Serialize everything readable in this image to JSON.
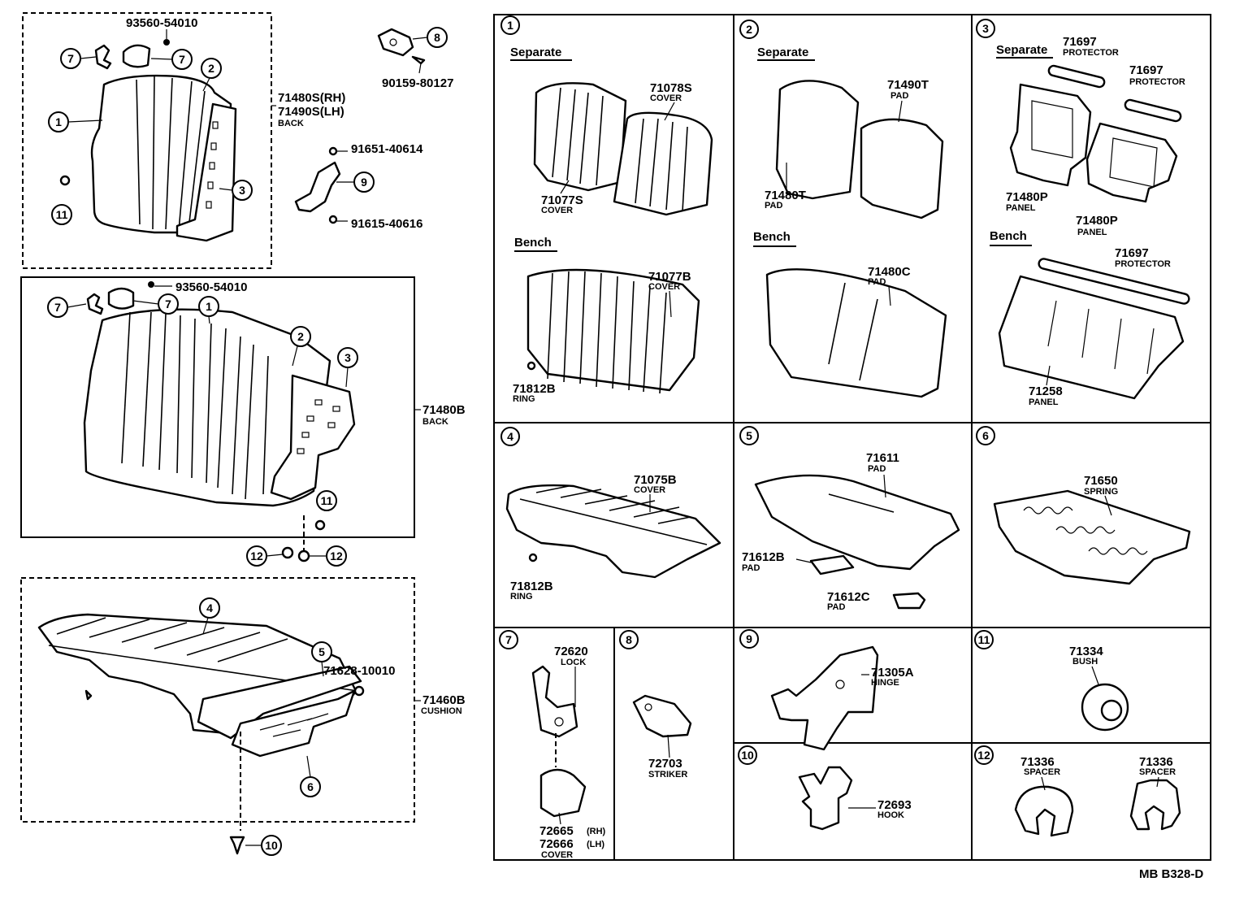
{
  "left": {
    "group_back_sep": {
      "bolt_top": "93560-54010",
      "part_number": "71480S(RH)",
      "part_number_2": "71490S(LH)",
      "part_desc": "BACK",
      "callouts": [
        "7",
        "7",
        "2",
        "1",
        "3",
        "11"
      ]
    },
    "small_parts": {
      "p8": "8",
      "p8_bolt": "90159-80127",
      "p9_bolt_top": "91651-40614",
      "p9": "9",
      "p9_bolt_bottom": "91615-40616"
    },
    "group_back_bench": {
      "bolt_top": "93560-54010",
      "part_number": "71480B",
      "part_desc": "BACK",
      "callouts": [
        "7",
        "7",
        "1",
        "2",
        "3",
        "11",
        "12",
        "12"
      ]
    },
    "group_cushion": {
      "part_number": "71460B",
      "part_desc": "CUSHION",
      "bolt": "71628-10010",
      "callouts": [
        "4",
        "5",
        "6",
        "10"
      ]
    }
  },
  "grid": {
    "c1": {
      "num": "1",
      "separate": "Separate",
      "bench": "Bench",
      "p1": "71078S",
      "p1d": "COVER",
      "p2": "71077S",
      "p2d": "COVER",
      "p3": "71077B",
      "p3d": "COVER",
      "p4": "71812B",
      "p4d": "RING"
    },
    "c2": {
      "num": "2",
      "separate": "Separate",
      "bench": "Bench",
      "p1": "71490T",
      "p1d": "PAD",
      "p2": "71480T",
      "p2d": "PAD",
      "p3": "71480C",
      "p3d": "PAD"
    },
    "c3": {
      "num": "3",
      "separate": "Separate",
      "bench": "Bench",
      "p1": "71697",
      "p1d": "PROTECTOR",
      "p2": "71697",
      "p2d": "PROTECTOR",
      "p3": "71480P",
      "p3d": "PANEL",
      "p4": "71480P",
      "p4d": "PANEL",
      "p5": "71697",
      "p5d": "PROTECTOR",
      "p6": "71258",
      "p6d": "PANEL"
    },
    "c4": {
      "num": "4",
      "p1": "71075B",
      "p1d": "COVER",
      "p2": "71812B",
      "p2d": "RING"
    },
    "c5": {
      "num": "5",
      "p1": "71611",
      "p1d": "PAD",
      "p2": "71612B",
      "p2d": "PAD",
      "p3": "71612C",
      "p3d": "PAD"
    },
    "c6": {
      "num": "6",
      "p1": "71650",
      "p1d": "SPRING"
    },
    "c7": {
      "num": "7",
      "p1": "72620",
      "p1d": "LOCK",
      "p2": "72665",
      "p2s": "(RH)",
      "p3": "72666",
      "p3s": "(LH)",
      "p3d": "COVER"
    },
    "c8": {
      "num": "8",
      "p1": "72703",
      "p1d": "STRIKER"
    },
    "c9": {
      "num": "9",
      "p1": "71305A",
      "p1d": "HINGE"
    },
    "c10": {
      "num": "10",
      "p1": "72693",
      "p1d": "HOOK"
    },
    "c11": {
      "num": "11",
      "p1": "71334",
      "p1d": "BUSH"
    },
    "c12": {
      "num": "12",
      "p1": "71336",
      "p1d": "SPACER",
      "p2": "71336",
      "p2d": "SPACER"
    }
  },
  "footer": {
    "code": "MB  B328-D"
  }
}
